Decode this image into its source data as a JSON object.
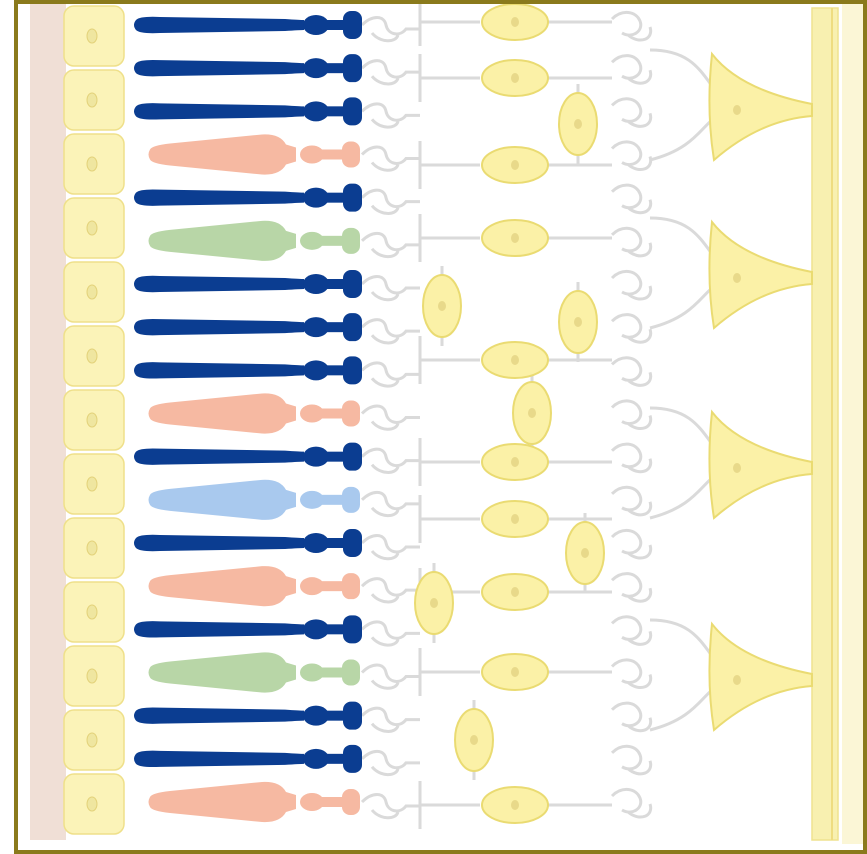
{
  "colors": {
    "background": "#ffffff",
    "border": "#8a7a1c",
    "pigment_epithelium": "#fbf3b8",
    "pigment_epithelium_edge": "#efe08a",
    "rod": "#0b3d91",
    "cone_red": "#f6b9a2",
    "cone_green": "#b8d6a7",
    "cone_blue": "#a9c9ee",
    "neuron_fill": "#fbf1a7",
    "neuron_edge": "#eadb72",
    "wiring": "#dadada",
    "choroid": "#f0dfd6",
    "nerve_fiber_layer": "#f8f0b0"
  },
  "photoreceptors": [
    {
      "type": "rod"
    },
    {
      "type": "rod"
    },
    {
      "type": "rod"
    },
    {
      "type": "cone",
      "color": "red"
    },
    {
      "type": "rod"
    },
    {
      "type": "cone",
      "color": "green"
    },
    {
      "type": "rod"
    },
    {
      "type": "rod"
    },
    {
      "type": "rod"
    },
    {
      "type": "cone",
      "color": "red"
    },
    {
      "type": "rod"
    },
    {
      "type": "cone",
      "color": "blue"
    },
    {
      "type": "rod"
    },
    {
      "type": "cone",
      "color": "red"
    },
    {
      "type": "rod"
    },
    {
      "type": "cone",
      "color": "green"
    },
    {
      "type": "rod"
    },
    {
      "type": "rod"
    },
    {
      "type": "cone",
      "color": "red"
    }
  ],
  "icons": {
    "pigment_cell": "pigment-epithelium-cell-icon",
    "bipolar_cell": "bipolar-cell-icon",
    "amacrine_cell": "amacrine-cell-icon",
    "ganglion_cell": "ganglion-cell-icon"
  }
}
